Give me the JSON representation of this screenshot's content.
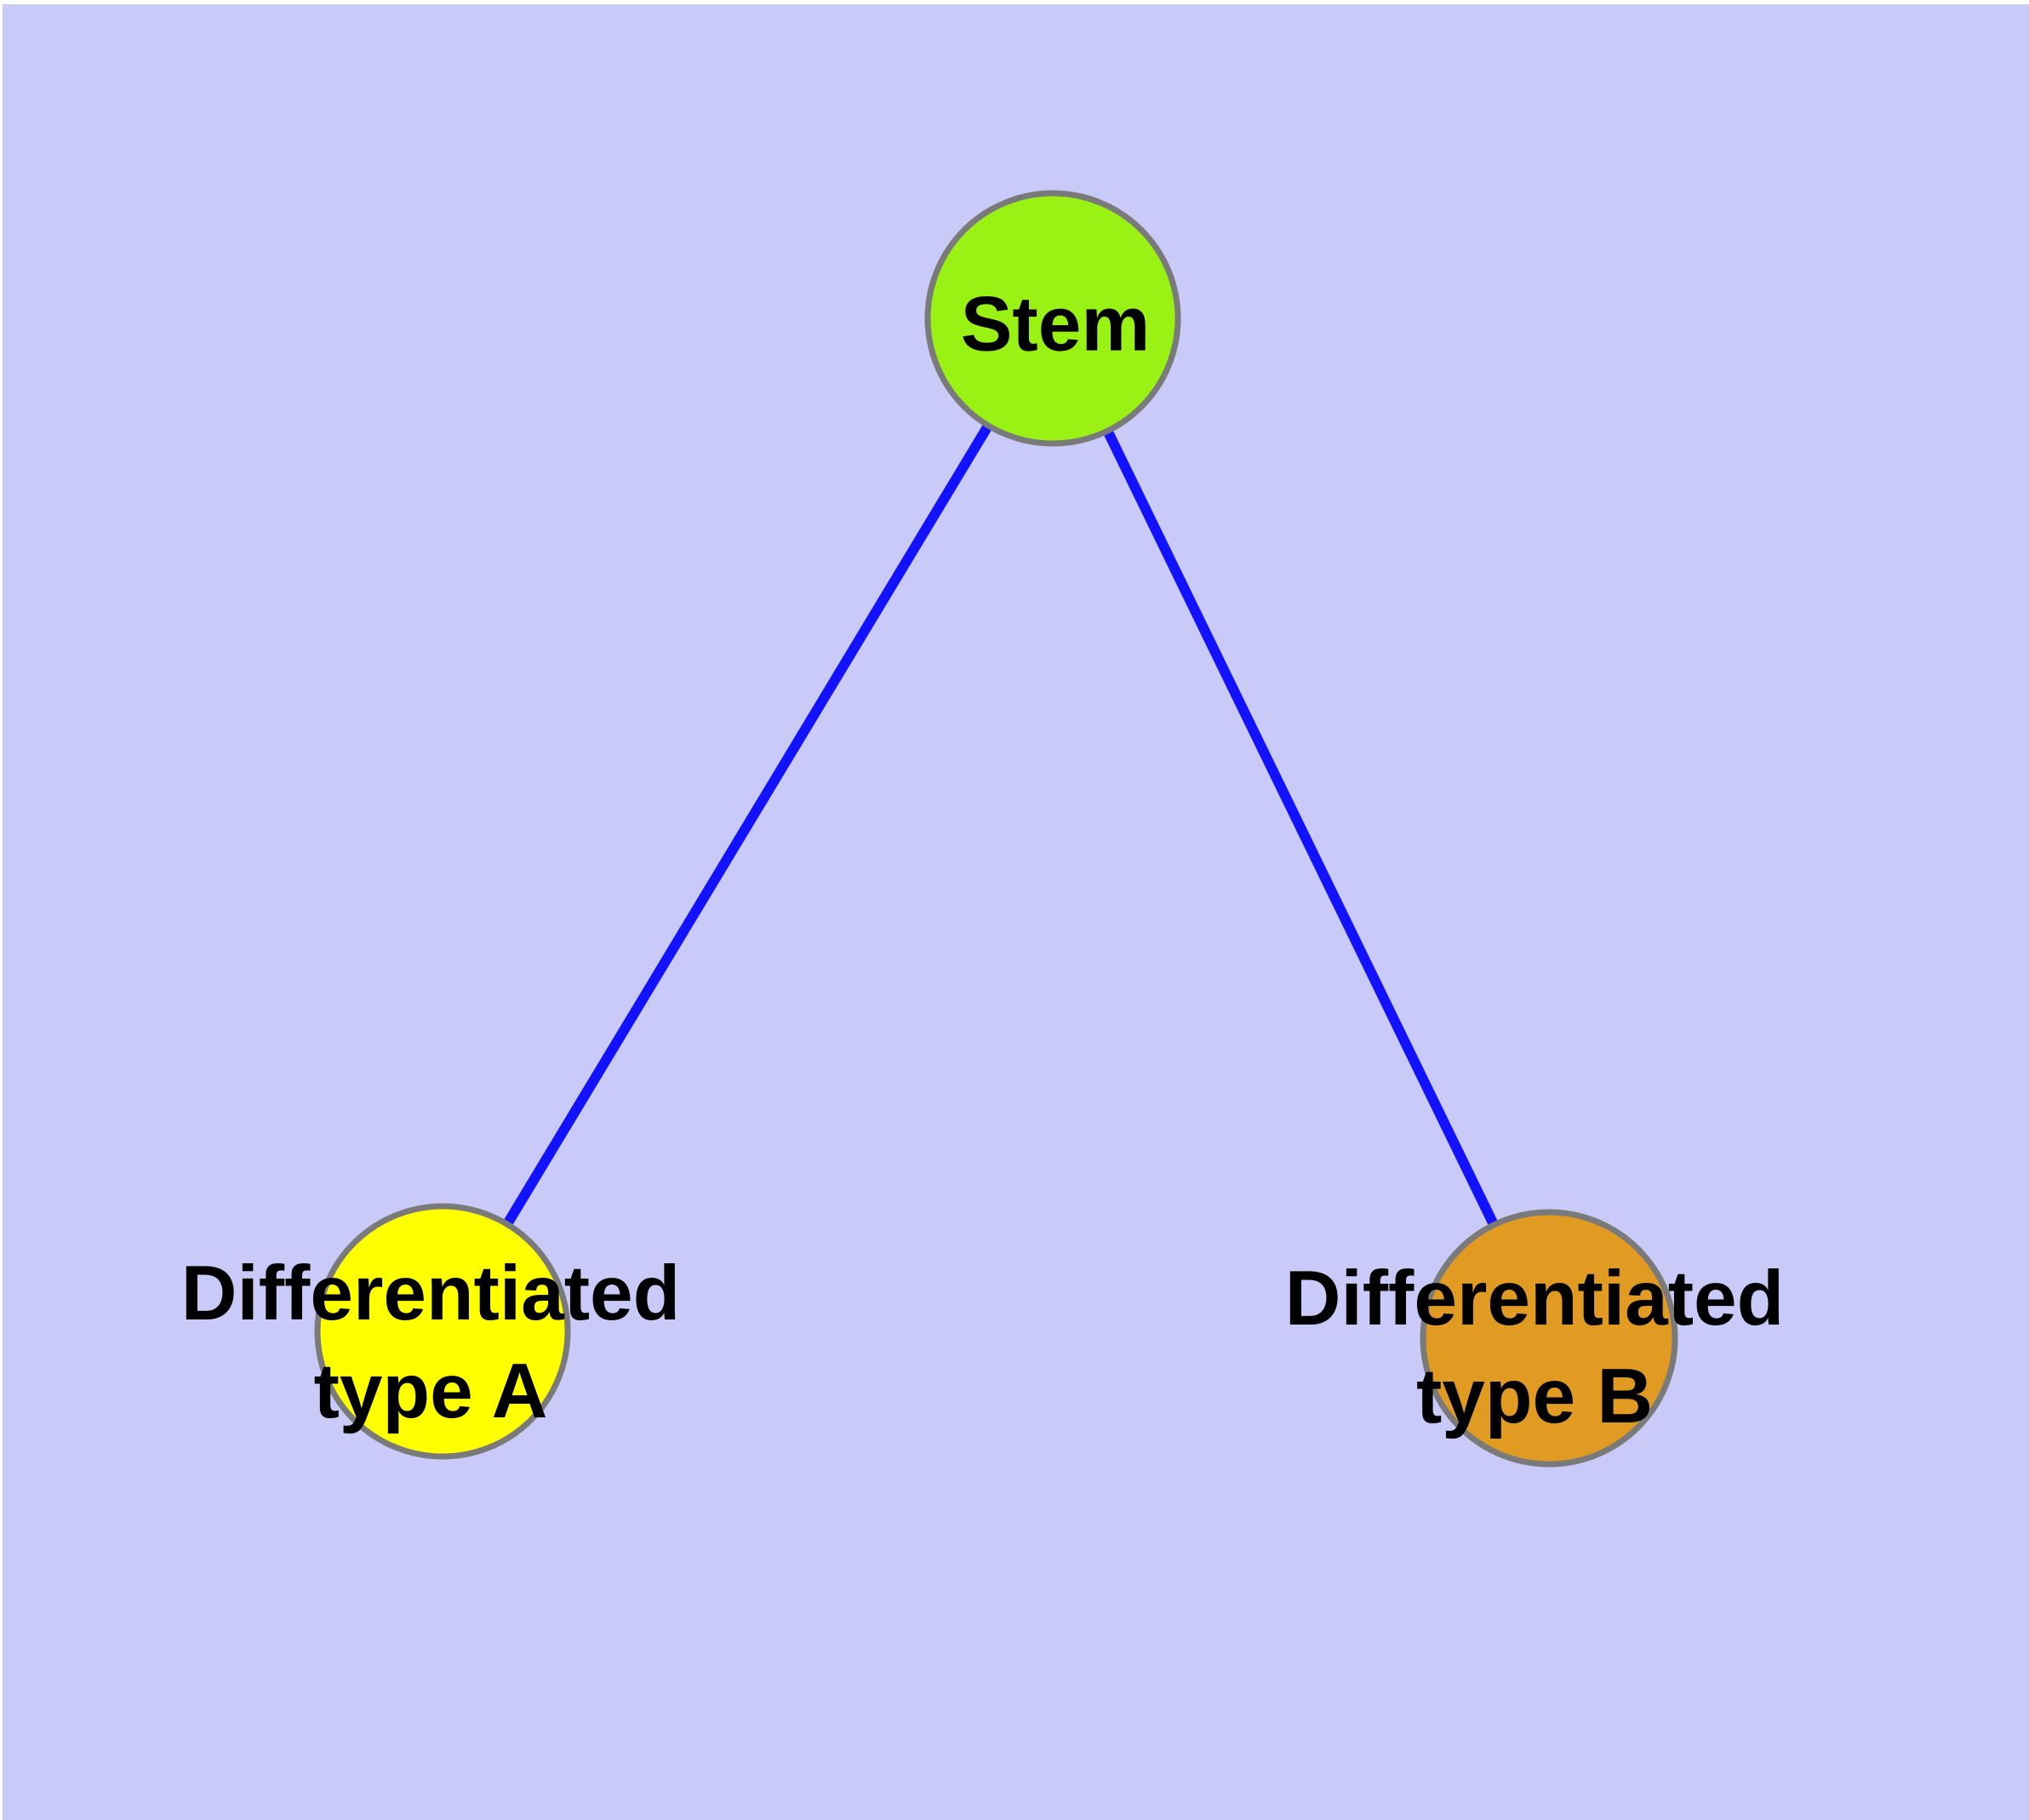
{
  "canvas": {
    "background_color": "#cacaf8",
    "margin_color": "#ffffff"
  },
  "graph": {
    "edge_color": "#1212ff",
    "node_border_color": "#7a7a7a",
    "label_color": "#000000",
    "nodes": {
      "stem": {
        "label": "Stem",
        "fill": "#9af214"
      },
      "type_a": {
        "line1": "Differentiated",
        "line2": "type A",
        "fill": "#ffff00"
      },
      "type_b": {
        "line1": "Differentiated",
        "line2": "type B",
        "fill": "#e19b22"
      }
    },
    "edges": [
      {
        "from": "stem",
        "to": "type_a"
      },
      {
        "from": "stem",
        "to": "type_b"
      }
    ]
  }
}
